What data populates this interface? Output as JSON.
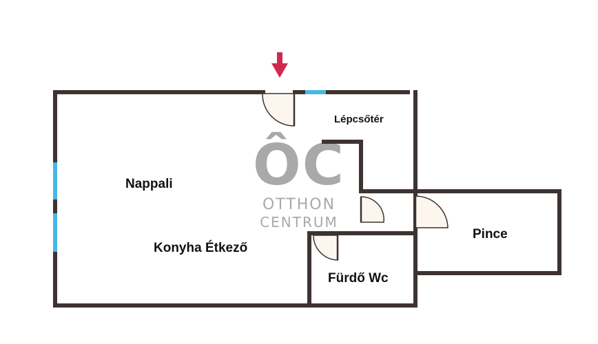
{
  "rooms": {
    "nappali": "Nappali",
    "konyha": "Konyha Étkező",
    "lepcsoter": "Lépcsőtér",
    "pince": "Pince",
    "furdo": "Fürdő Wc"
  },
  "watermark": {
    "logo": "ÔC",
    "line1": "OTTHON",
    "line2": "CENTRUM"
  },
  "colors": {
    "wall": "#3d3330",
    "window": "#45b8e8",
    "door_fill": "#fdf6ee",
    "entrance_arrow": "#d1284f",
    "watermark": "#a9a9a9"
  },
  "icons": {
    "entrance": "entrance-arrow-icon",
    "door": "door-swing-icon",
    "window": "window-icon"
  }
}
